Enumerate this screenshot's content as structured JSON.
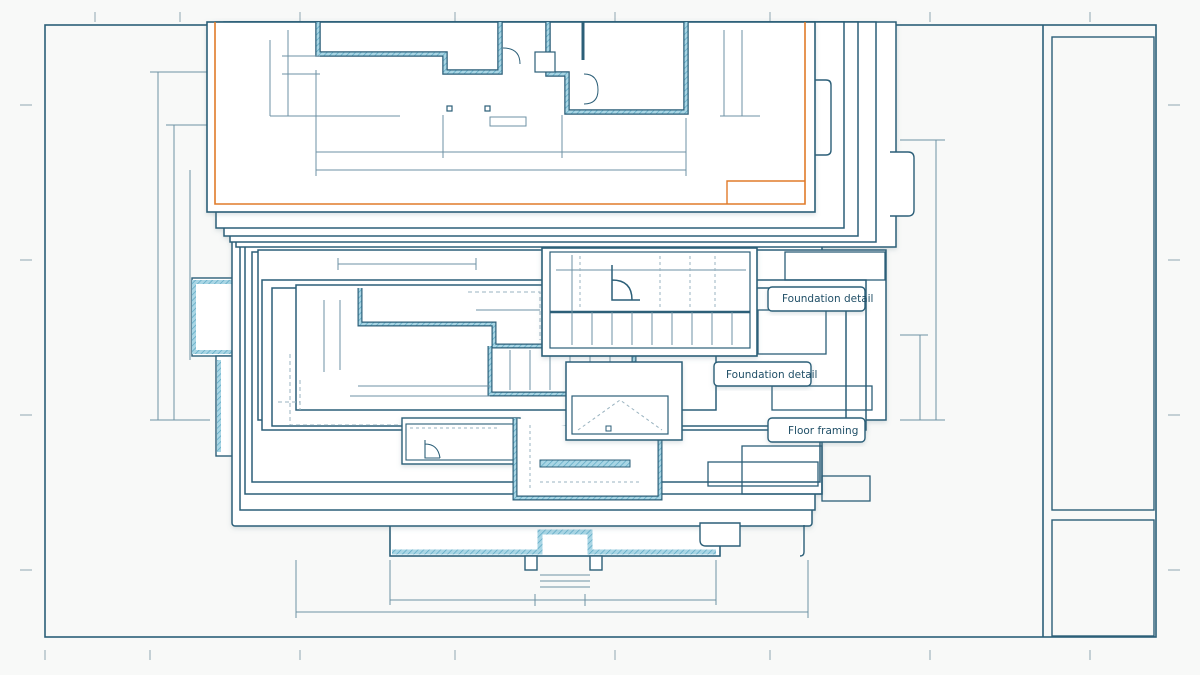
{
  "labels": {
    "tab_top": "Foundation detail",
    "tab_middle": "Foundation detail",
    "tab_bottom": "Floor framing"
  },
  "colors": {
    "background": "#f8f9f8",
    "line": "#2c5f78",
    "wall_fill": "#9fd0e0",
    "accent": "#e07b2a"
  }
}
